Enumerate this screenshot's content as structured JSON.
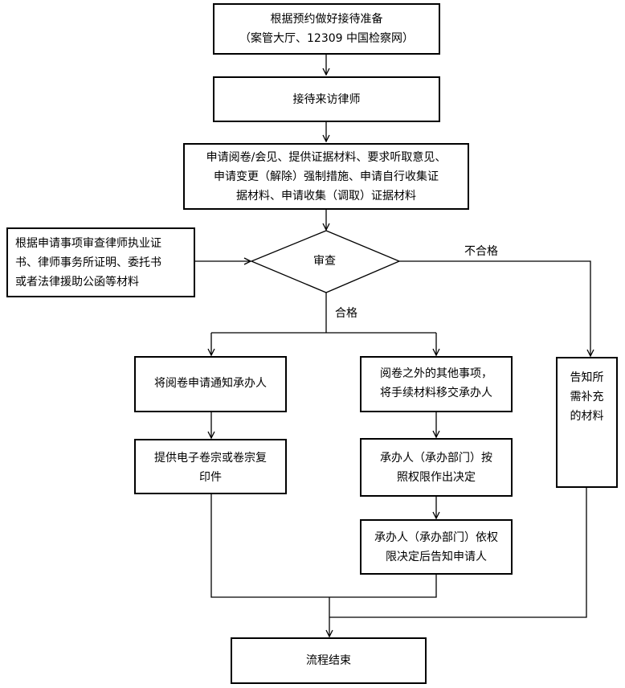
{
  "nodes": {
    "prepare": {
      "lines": [
        "根据预约做好接待准备",
        "（案管大厅、12309 中国检察网）"
      ]
    },
    "receive": {
      "lines": [
        "接待来访律师"
      ]
    },
    "apply": {
      "lines": [
        "申请阅卷/会见、提供证据材料、要求听取意见、",
        "申请变更（解除）强制措施、申请自行收集证",
        "据材料、申请收集（调取）证据材料"
      ]
    },
    "materials": {
      "lines": [
        "根据申请事项审查律师执业证",
        "书、律师事务所证明、委托书",
        "或者法律援助公函等材料"
      ]
    },
    "review": {
      "lines": [
        "审查"
      ]
    },
    "notify_reading": {
      "lines": [
        "将阅卷申请通知承办人"
      ]
    },
    "provide_copy": {
      "lines": [
        "提供电子卷宗或卷宗复",
        "印件"
      ]
    },
    "other_matters": {
      "lines": [
        "阅卷之外的其他事项，",
        "将手续材料移交承办人"
      ]
    },
    "decide": {
      "lines": [
        "承办人（承办部门）按",
        "照权限作出决定"
      ]
    },
    "inform": {
      "lines": [
        "承办人（承办部门）依权",
        "限决定后告知申请人"
      ]
    },
    "supplement": {
      "lines": [
        "告知所",
        "需补充",
        "的材料"
      ]
    },
    "end": {
      "lines": [
        "流程结束"
      ]
    }
  },
  "edge_labels": {
    "unqualified": "不合格",
    "qualified": "合格"
  }
}
